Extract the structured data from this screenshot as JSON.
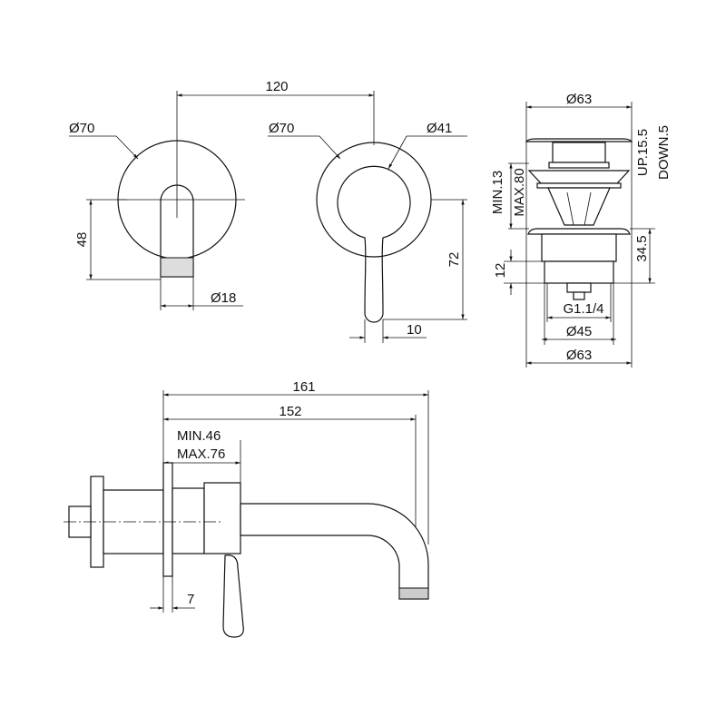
{
  "title": "Wall-mounted basin mixer and pop-up waste technical drawing",
  "front_view_spout": {
    "diameter_plate": "Ø70",
    "height": "48",
    "spout_diameter": "Ø18"
  },
  "front_view_lever": {
    "diameter_plate": "Ø70",
    "inner_diameter": "Ø41",
    "lever_length": "72",
    "lever_width": "10"
  },
  "centre_distance": "120",
  "waste": {
    "cap_diameter": "Ø63",
    "up": "UP.15.5",
    "down": "DOWN.5",
    "min": "MIN.13",
    "max": "MAX.80",
    "height": "34.5",
    "thread_height": "12",
    "thread": "G1.1/4",
    "body_diameter": "Ø45",
    "flange_diameter": "Ø63"
  },
  "side_view": {
    "total_length": "161",
    "projection": "152",
    "min": "MIN.46",
    "max": "MAX.76",
    "plate_thickness": "7"
  }
}
